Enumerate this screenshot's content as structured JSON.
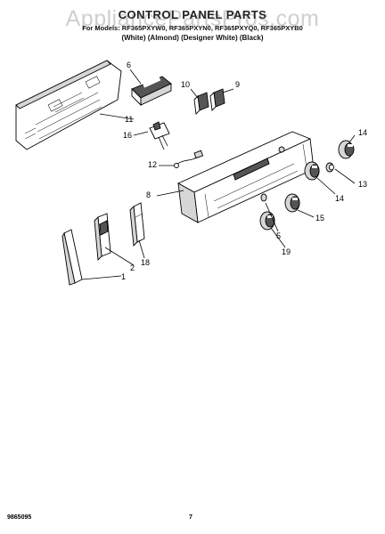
{
  "header": {
    "watermark": "AppliancePartsPros.com",
    "title": "CONTROL PANEL PARTS",
    "models_line": "For Models: RF365PXYW0, RF365PXYN0, RF365PXYQ0, RF365PXYB0",
    "colors_line": "(White) (Almond) (Designer White) (Black)"
  },
  "callouts": {
    "c1": "1",
    "c2": "2",
    "c5": "5",
    "c6": "6",
    "c8": "8",
    "c9": "9",
    "c10": "10",
    "c11": "11",
    "c12": "12",
    "c13": "13",
    "c14a": "14",
    "c14b": "14",
    "c15": "15",
    "c16": "16",
    "c18": "18",
    "c19": "19"
  },
  "footer": {
    "doc_number": "9865095",
    "page_number": "7"
  }
}
